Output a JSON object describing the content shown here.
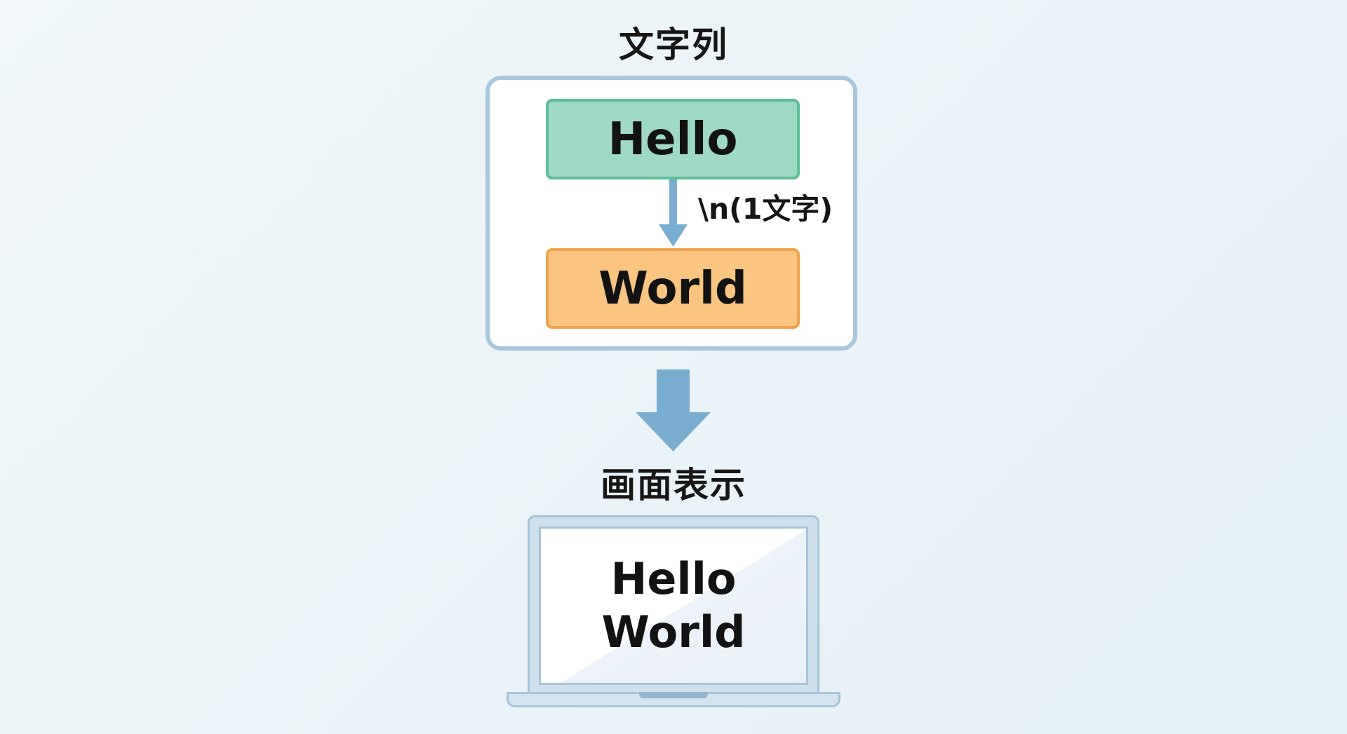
{
  "string_section": {
    "title": "文字列",
    "first_word": "Hello",
    "second_word": "World",
    "newline_label": "\\n(1文字)"
  },
  "display_section": {
    "title": "画面表示",
    "lines": [
      "Hello",
      "World"
    ]
  },
  "colors": {
    "hello_fill": "#9fd9c3",
    "hello_border": "#5ebf98",
    "world_fill": "#fac481",
    "world_border": "#f0a24d",
    "arrow": "#7aaed1",
    "frame": "#a9c8df"
  },
  "icons": {
    "small_arrow": "arrow-down-icon",
    "big_arrow": "big-arrow-down-icon",
    "device": "laptop-icon"
  }
}
